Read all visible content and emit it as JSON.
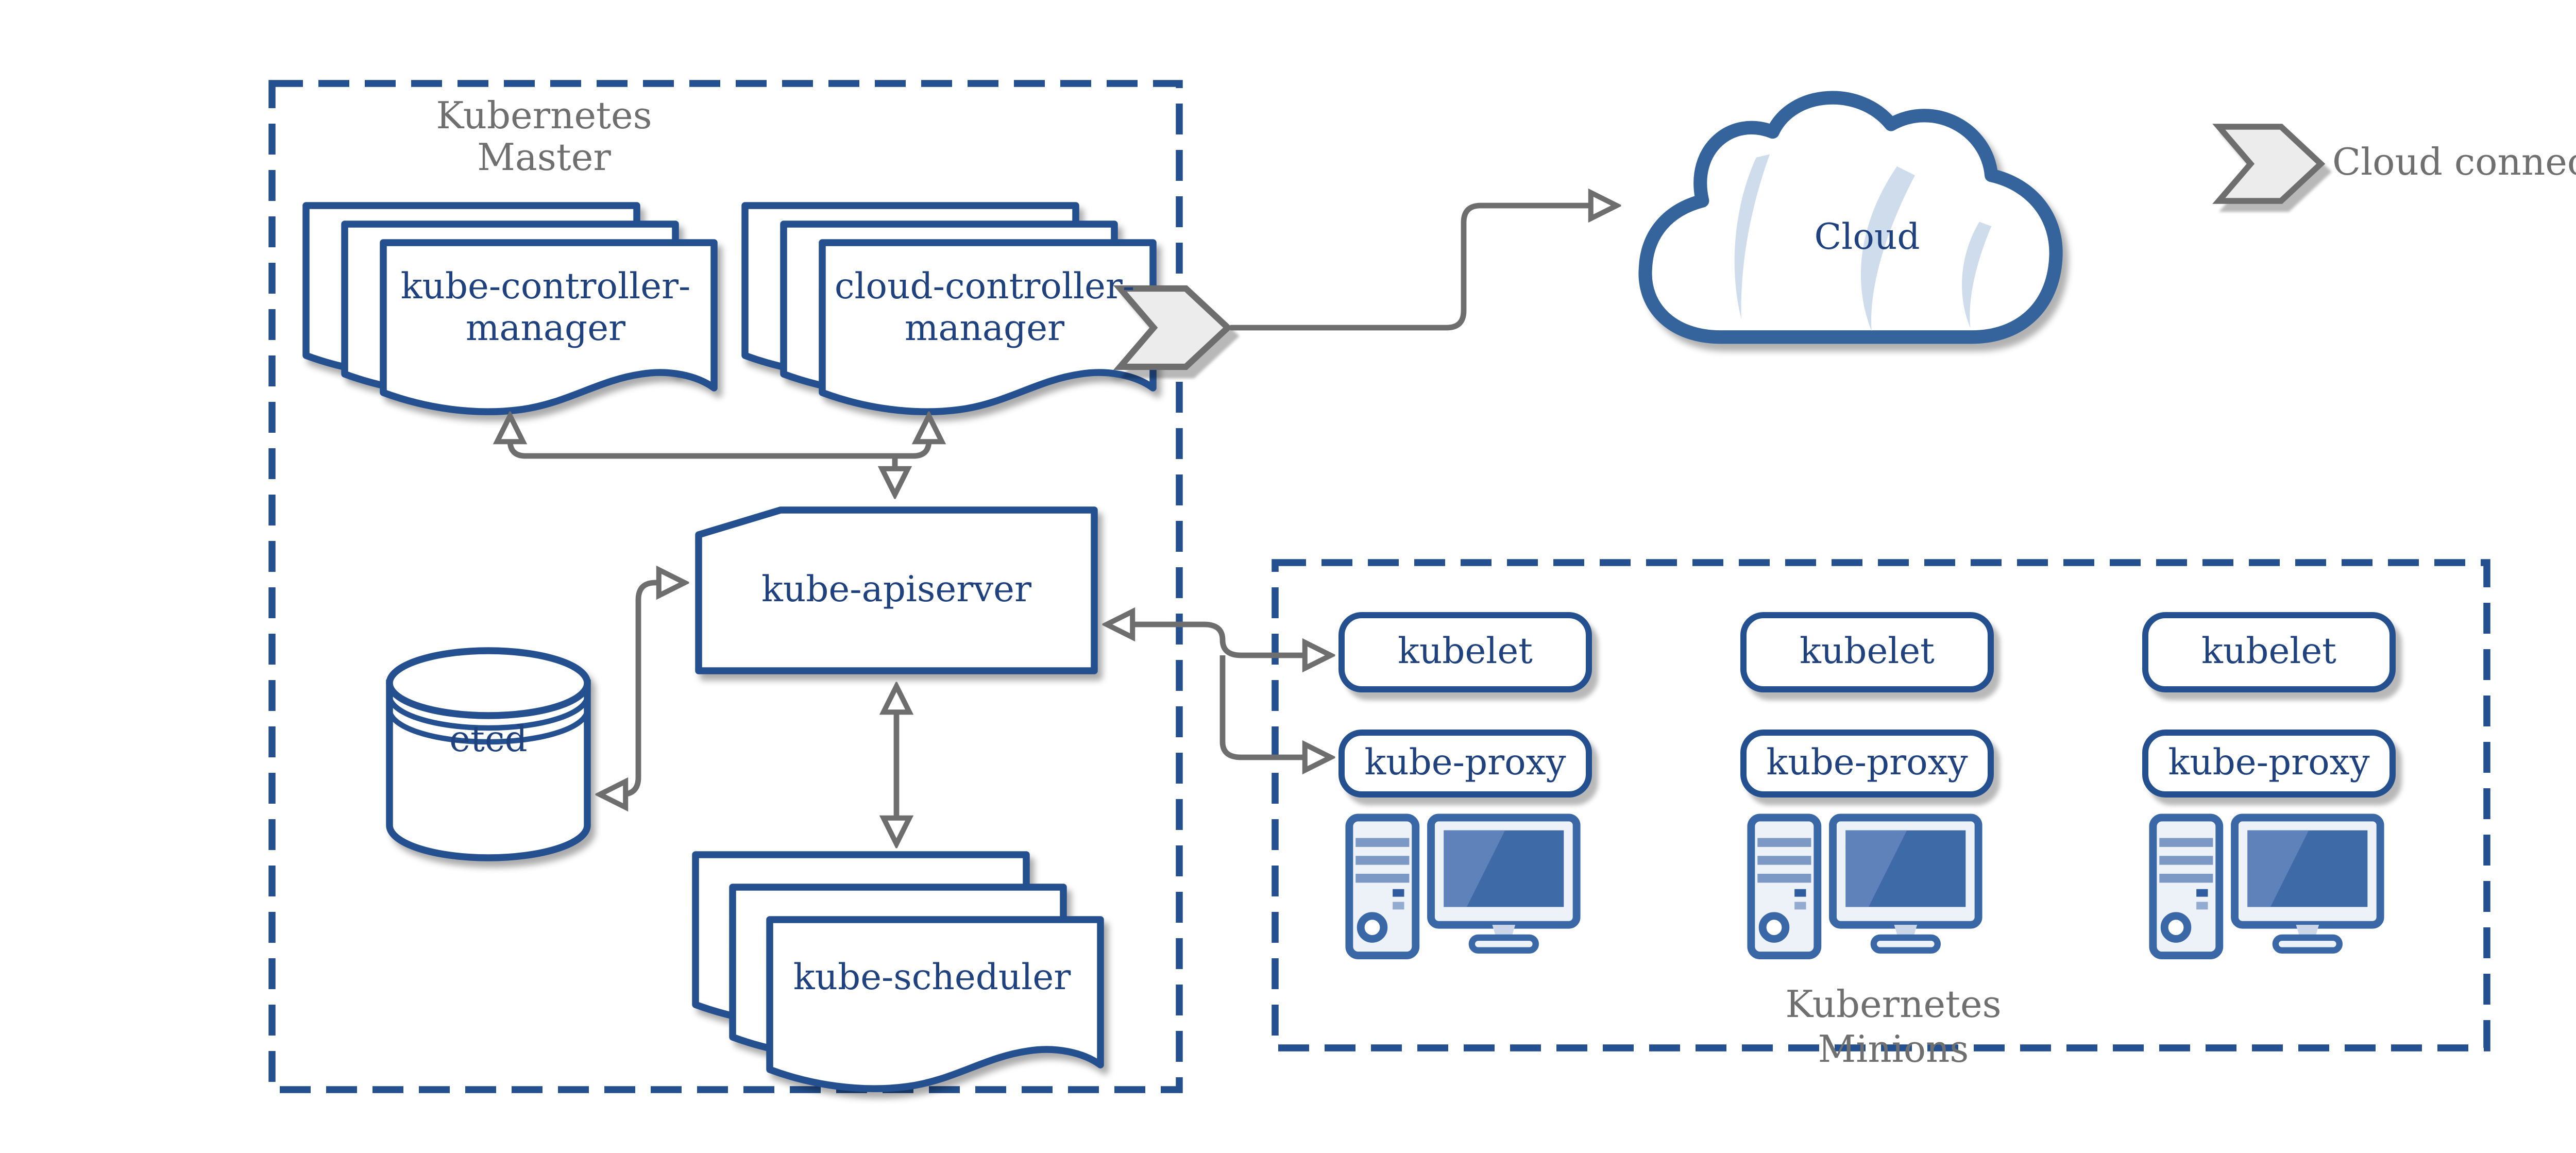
{
  "master": {
    "label": [
      "Kubernetes",
      "Master"
    ],
    "kube_controller_manager": [
      "kube-controller-",
      "manager"
    ],
    "cloud_controller_manager": [
      "cloud-controller-",
      "manager"
    ],
    "kube_apiserver": "kube-apiserver",
    "etcd": "etcd",
    "kube_scheduler": "kube-scheduler"
  },
  "minions": {
    "label": [
      "Kubernetes",
      "Minions"
    ],
    "columns": [
      {
        "kubelet": "kubelet",
        "kube_proxy": "kube-proxy"
      },
      {
        "kubelet": "kubelet",
        "kube_proxy": "kube-proxy"
      },
      {
        "kubelet": "kubelet",
        "kube_proxy": "kube-proxy"
      }
    ]
  },
  "cloud": {
    "label": "Cloud"
  },
  "legend": {
    "cloud_connector": "Cloud connector"
  },
  "colors": {
    "border_blue": "#24508F",
    "text_navy": "#1F417E",
    "label_gray": "#6F6F6F",
    "arrow_gray": "#6E6E6E",
    "computer_blue": "#3A67A6",
    "screen_blue": "#3E6BA8",
    "cloud_border_blue": "#35639B",
    "cloud_accent": "#CFDCEC",
    "chevron_fill": "#ECECEC"
  },
  "icons": {
    "cloud_shape": "cloud-shape",
    "cloud_connector": "chevron-arrow-icon",
    "node_machine": "desktop-computer-icon",
    "etcd_store": "database-cylinder-icon",
    "replicated_component": "document-stack-icon"
  }
}
